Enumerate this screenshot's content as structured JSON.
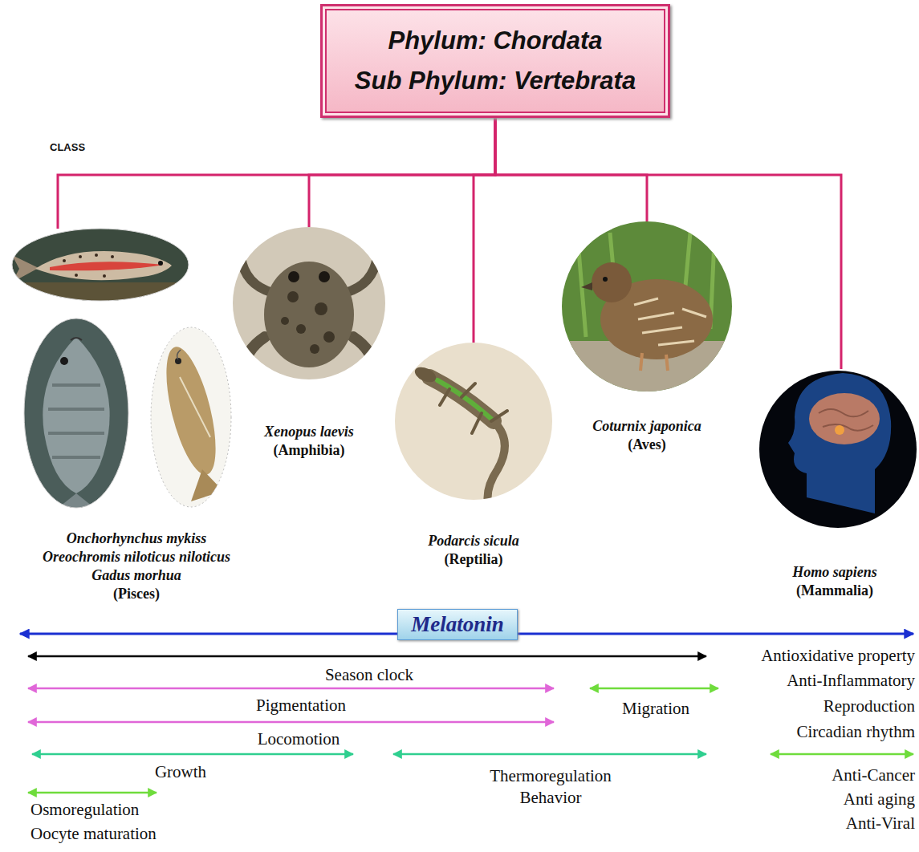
{
  "diagram": {
    "nodes": [
      {
        "text": [
          "Phylum: Chordata",
          "Sub Phylum: Vertebrata"
        ]
      },
      {
        "text": [
          "Onchorhynchus mykiss",
          "Oreochromis niloticus niloticus",
          "Gadus morhua",
          "(Pisces)"
        ]
      },
      {
        "text": [
          "Xenopus laevis",
          "(Amphibia)"
        ]
      },
      {
        "text": [
          "Podarcis sicula",
          "(Reptilia)"
        ]
      },
      {
        "text": [
          "Coturnix japonica",
          "(Aves)"
        ]
      },
      {
        "text": [
          "Homo sapiens",
          "(Mammalia)"
        ]
      },
      {
        "text": [
          "Melatonin"
        ]
      }
    ],
    "edges": [
      {
        "from": 0,
        "to": 1,
        "arrow": "none"
      },
      {
        "from": 0,
        "to": 2,
        "arrow": "none"
      },
      {
        "from": 0,
        "to": 3,
        "arrow": "none"
      },
      {
        "from": 0,
        "to": 4,
        "arrow": "none"
      },
      {
        "from": 0,
        "to": 5,
        "arrow": "none"
      }
    ],
    "labels": [
      "CLASS",
      "Season clock",
      "Pigmentation",
      "Locomotion",
      "Growth",
      "Osmoregulation",
      "Oocyte maturation",
      "Migration",
      "Thermoregulation",
      "Behavior",
      "Antioxidative property",
      "Anti-Inflammatory",
      "Reproduction",
      "Circadian rhythm",
      "Anti-Cancer",
      "Anti aging",
      "Anti-Viral"
    ]
  }
}
